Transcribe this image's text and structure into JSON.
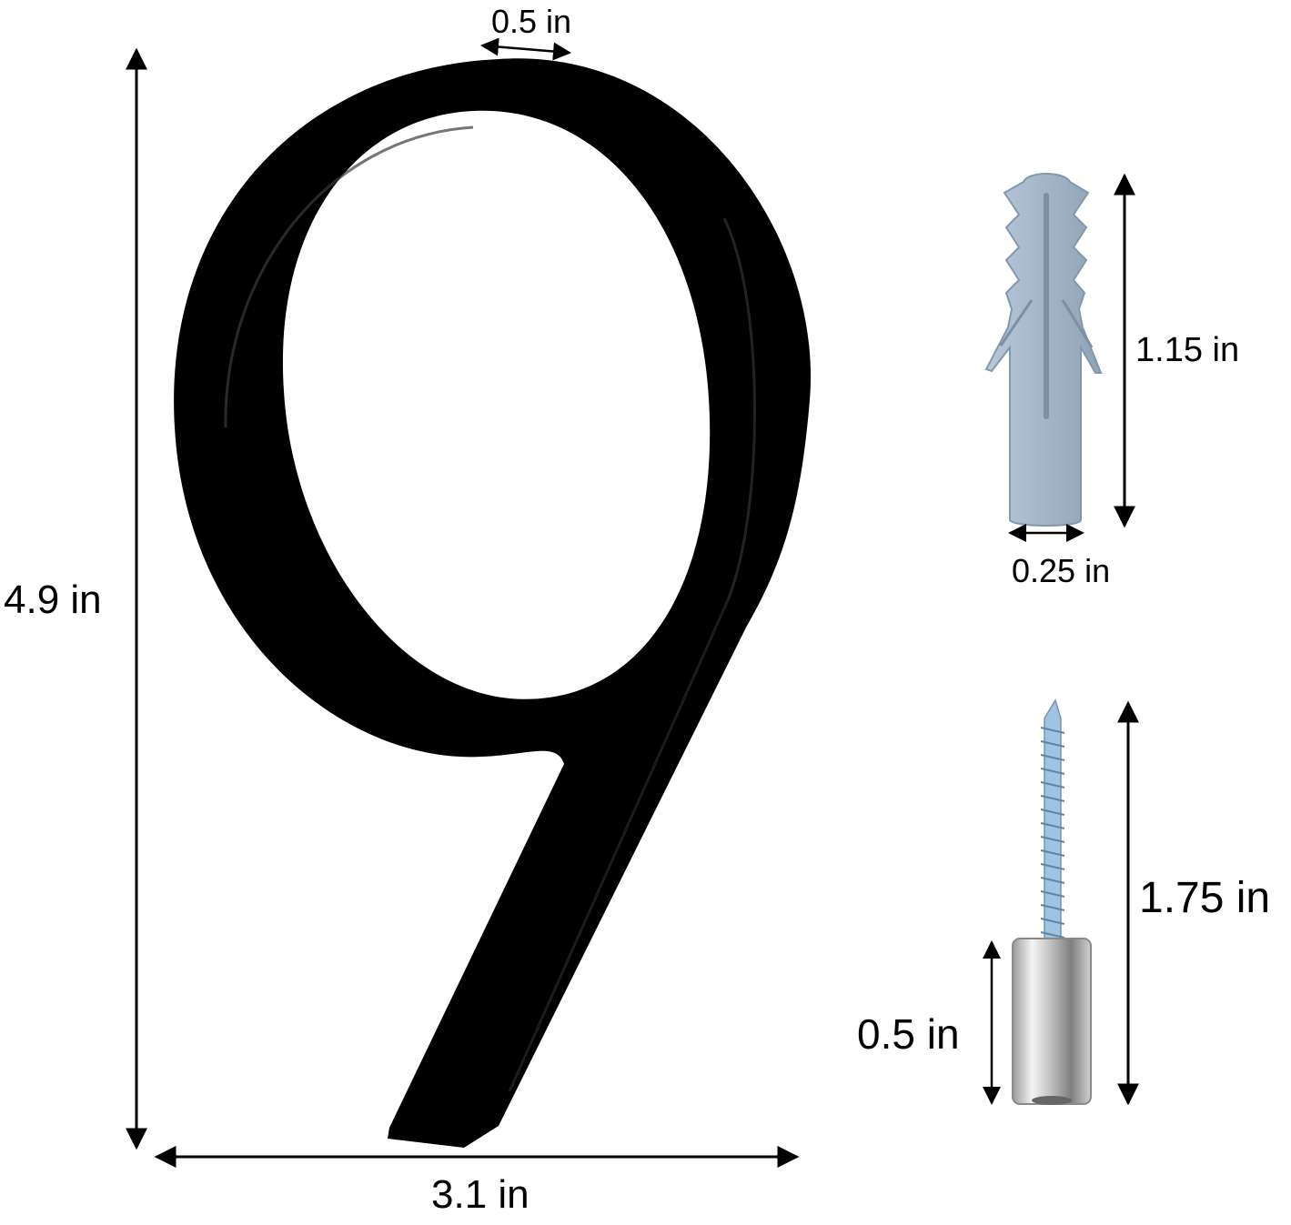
{
  "labels": {
    "top_width": "0.5 in",
    "height": "4.9 in",
    "width": "3.1 in",
    "anchor_length": "1.15 in",
    "anchor_diameter": "0.25 in",
    "screw_length": "1.75 in",
    "spacer_length": "0.5 in"
  },
  "colors": {
    "digit": "#000000",
    "digit_highlight": "#3a3a3a",
    "anchor": "#a9bccf",
    "anchor_shadow": "#8fa3b8",
    "screw": "#9fc3e3",
    "spacer": "#c8c8c8",
    "dimension_line": "#000000"
  }
}
